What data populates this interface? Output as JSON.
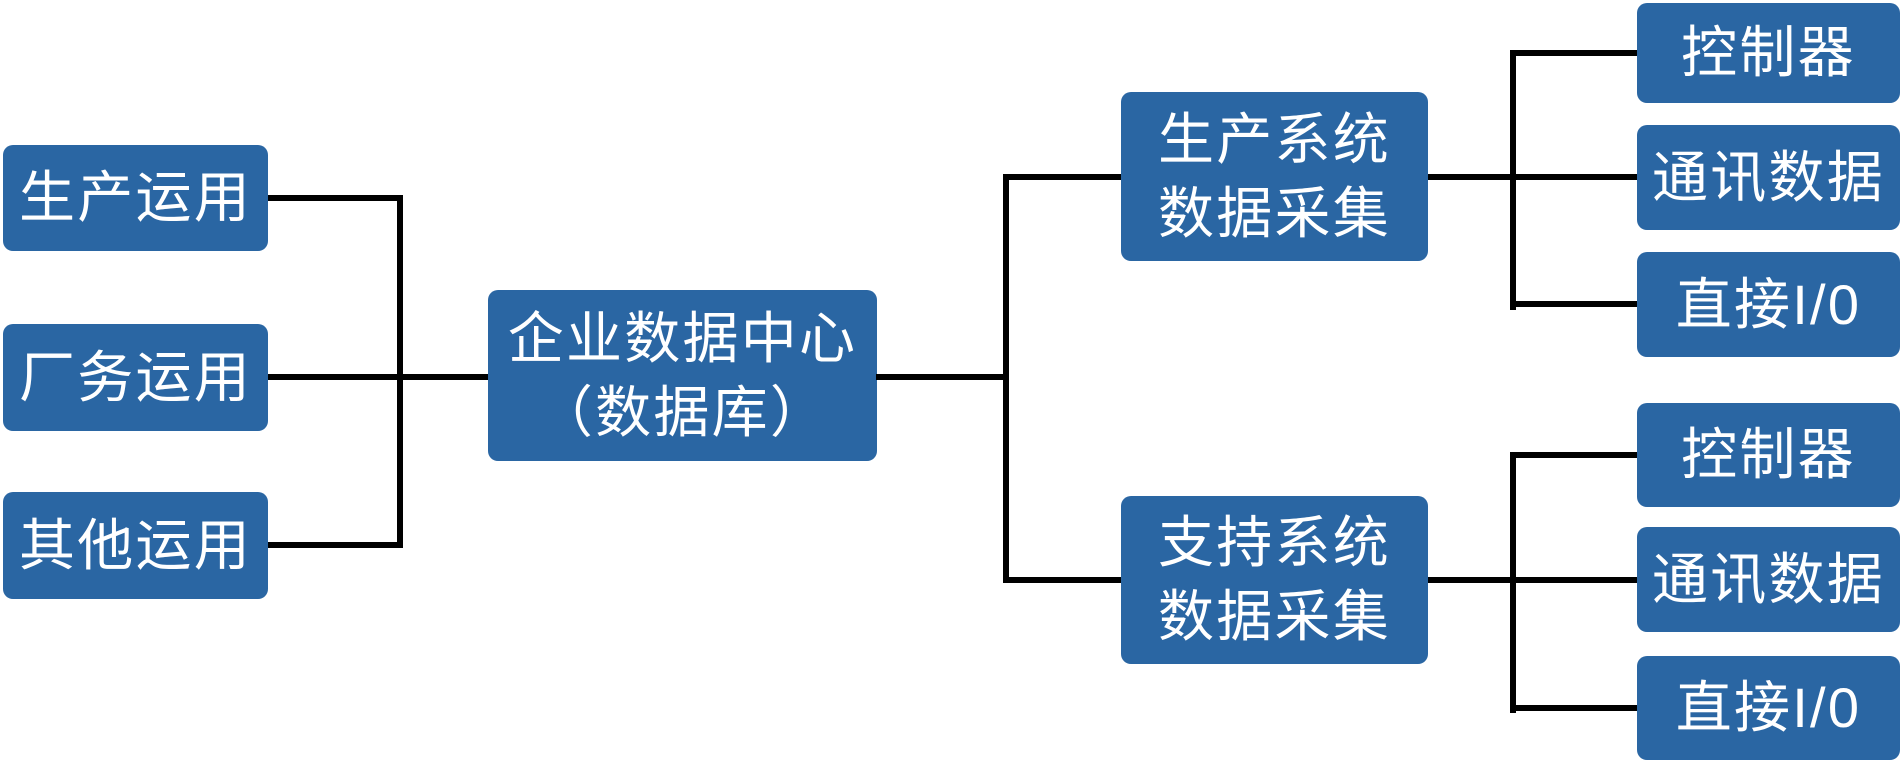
{
  "diagram": {
    "type": "tree",
    "background": "#ffffff",
    "node_fill": "#2A66A3",
    "node_text_color": "#ffffff",
    "connector_color": "#000000",
    "left_nodes": [
      {
        "label": "生产运用"
      },
      {
        "label": "厂务运用"
      },
      {
        "label": "其他运用"
      }
    ],
    "center_node": {
      "line1": "企业数据中心",
      "line2": "（数据库）"
    },
    "branch_nodes": [
      {
        "line1": "生产系统",
        "line2": "数据采集"
      },
      {
        "line1": "支持系统",
        "line2": "数据采集"
      }
    ],
    "leaf_nodes_top": [
      {
        "label": "控制器"
      },
      {
        "label": "通讯数据"
      },
      {
        "label": "直接I/0"
      }
    ],
    "leaf_nodes_bottom": [
      {
        "label": "控制器"
      },
      {
        "label": "通讯数据"
      },
      {
        "label": "直接I/0"
      }
    ]
  }
}
